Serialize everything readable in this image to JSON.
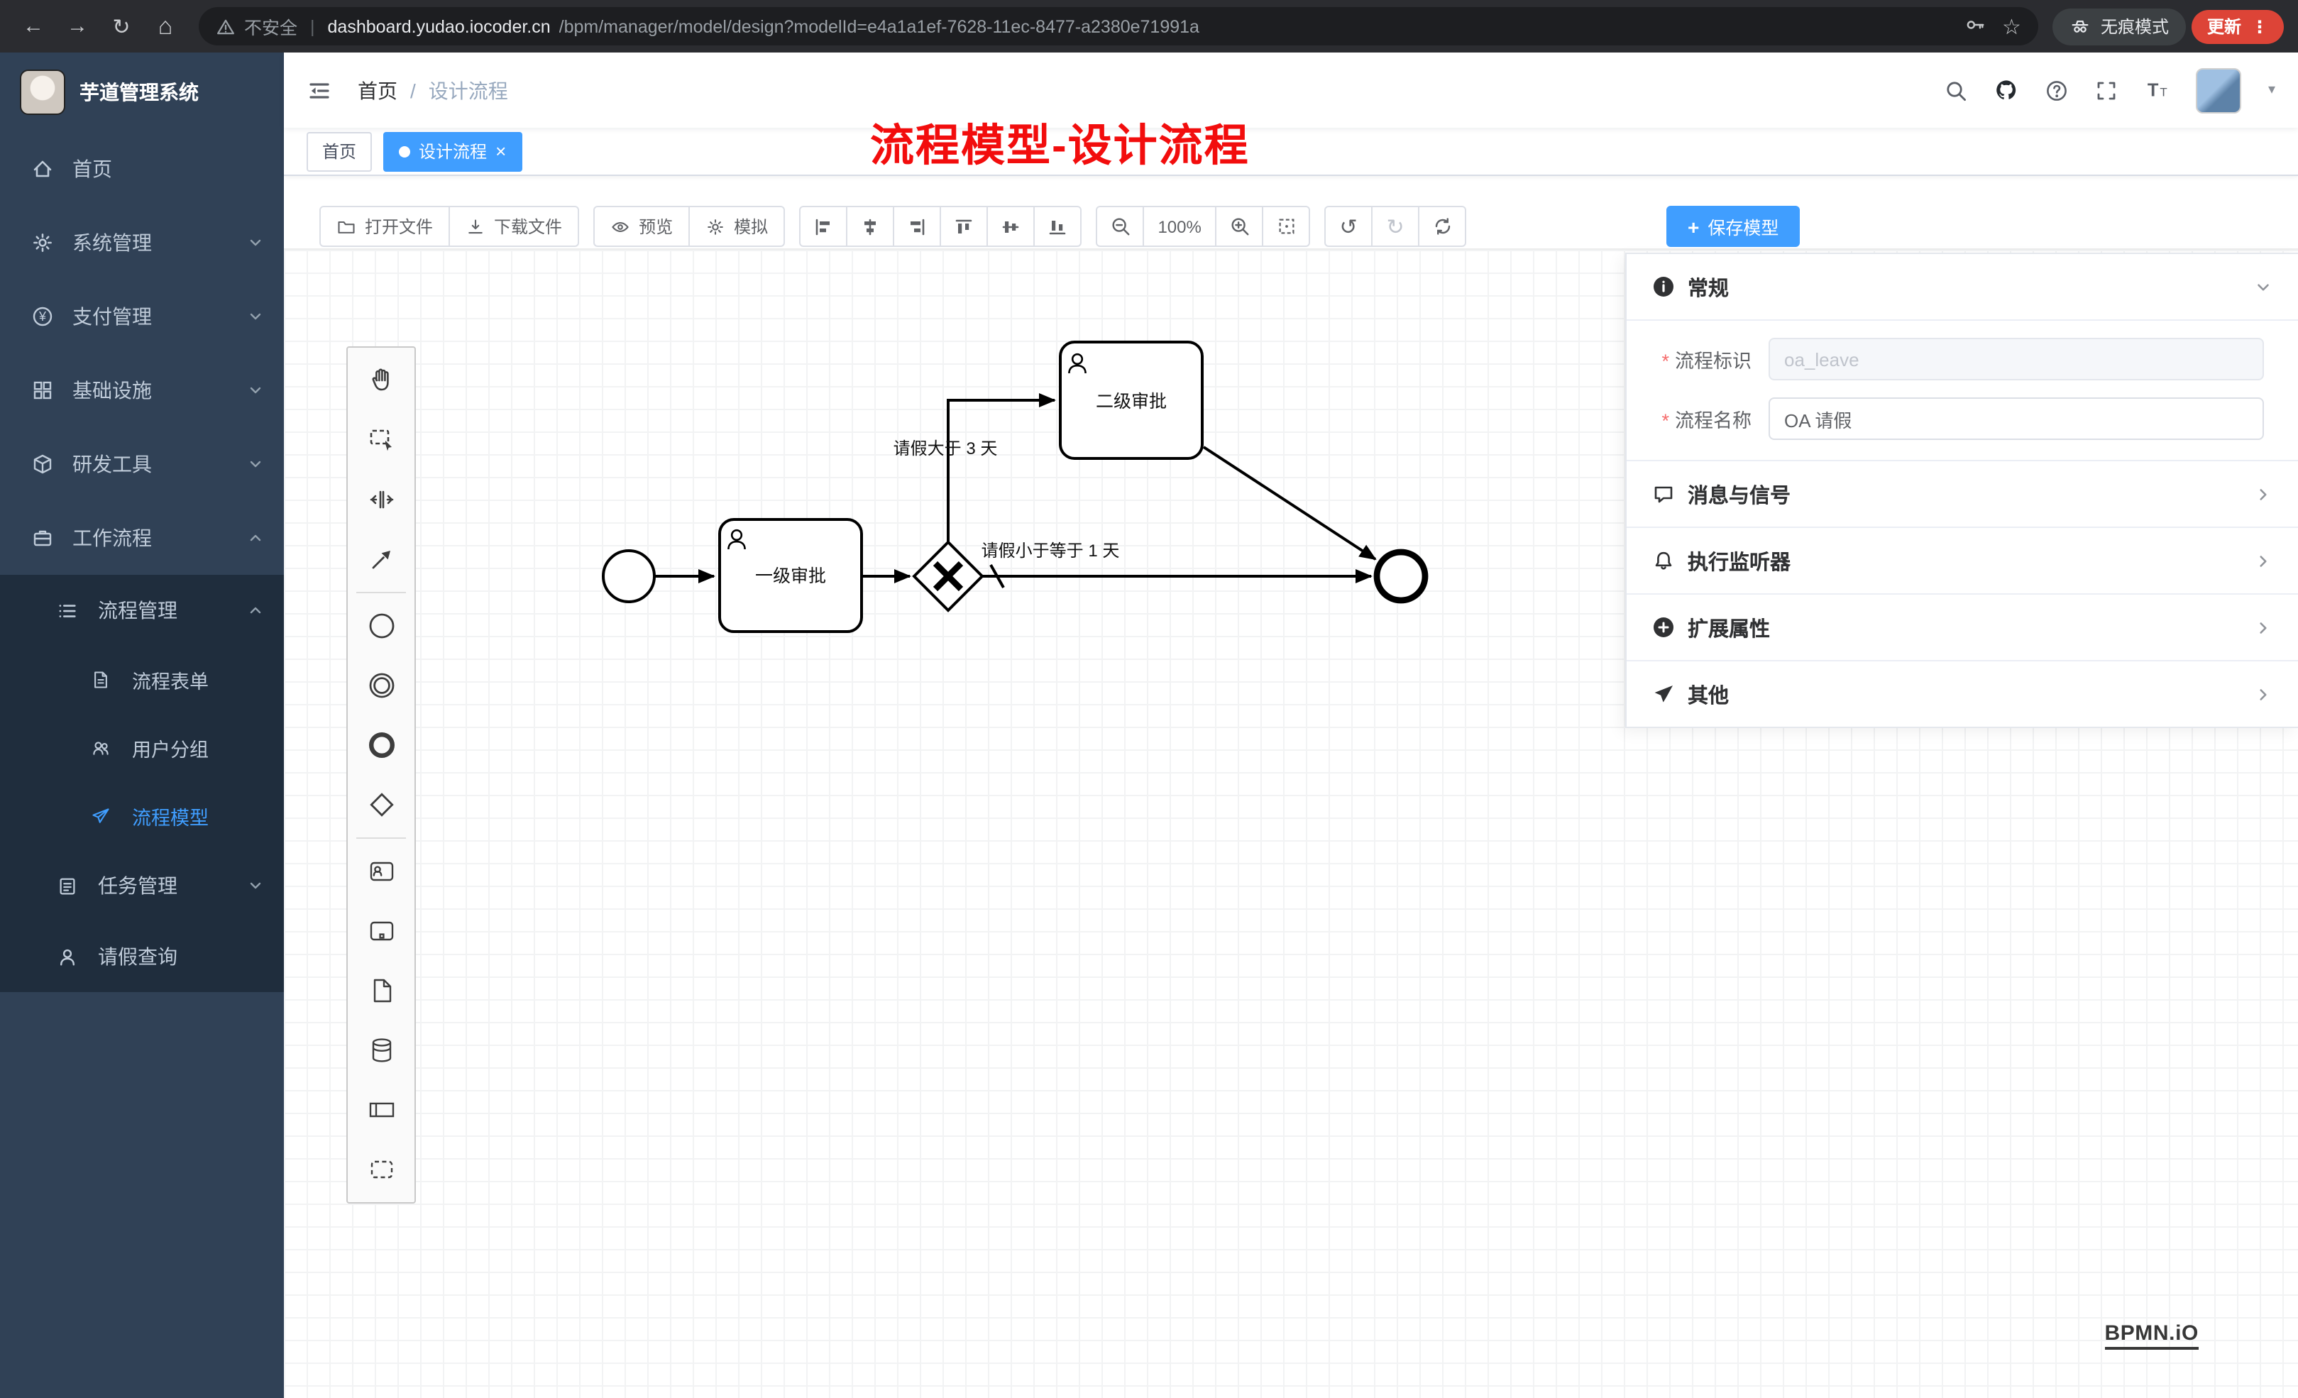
{
  "browser": {
    "security_label": "不安全",
    "url_domain": "dashboard.yudao.iocoder.cn",
    "url_path": "/bpm/manager/model/design?modelId=e4a1a1ef-7628-11ec-8477-a2380e71991a",
    "incognito_label": "无痕模式",
    "update_label": "更新"
  },
  "sidebar": {
    "title": "芋道管理系统",
    "items": [
      {
        "label": "首页"
      },
      {
        "label": "系统管理"
      },
      {
        "label": "支付管理"
      },
      {
        "label": "基础设施"
      },
      {
        "label": "研发工具"
      },
      {
        "label": "工作流程"
      }
    ],
    "submenu": {
      "process_mgmt": {
        "label": "流程管理"
      },
      "children": [
        {
          "label": "流程表单"
        },
        {
          "label": "用户分组"
        },
        {
          "label": "流程模型"
        }
      ],
      "task_mgmt": {
        "label": "任务管理"
      },
      "leave_query": {
        "label": "请假查询"
      }
    }
  },
  "header": {
    "breadcrumb_home": "首页",
    "breadcrumb_current": "设计流程",
    "annotation": "流程模型-设计流程"
  },
  "tabs": {
    "home": "首页",
    "active": "设计流程"
  },
  "toolbar": {
    "open": "打开文件",
    "download": "下载文件",
    "preview": "预览",
    "simulate": "模拟",
    "zoom_level": "100%",
    "save": "保存模型"
  },
  "panel": {
    "general_title": "常规",
    "fields": [
      {
        "label": "流程标识",
        "value": "oa_leave"
      },
      {
        "label": "流程名称",
        "value": "OA 请假"
      }
    ],
    "sections": [
      {
        "label": "消息与信号"
      },
      {
        "label": "执行监听器"
      },
      {
        "label": "扩展属性"
      },
      {
        "label": "其他"
      }
    ]
  },
  "diagram": {
    "task1": "一级审批",
    "task2": "二级审批",
    "flow_gt": "请假大于 3 天",
    "flow_le": "请假小于等于 1 天"
  },
  "watermark": "BPMN.iO",
  "colors": {
    "accent": "#409eff",
    "sidebar_bg": "#304156",
    "submenu_bg": "#1f2d3d",
    "annotation_red": "#f20d0d",
    "update_red": "#dd4437"
  }
}
